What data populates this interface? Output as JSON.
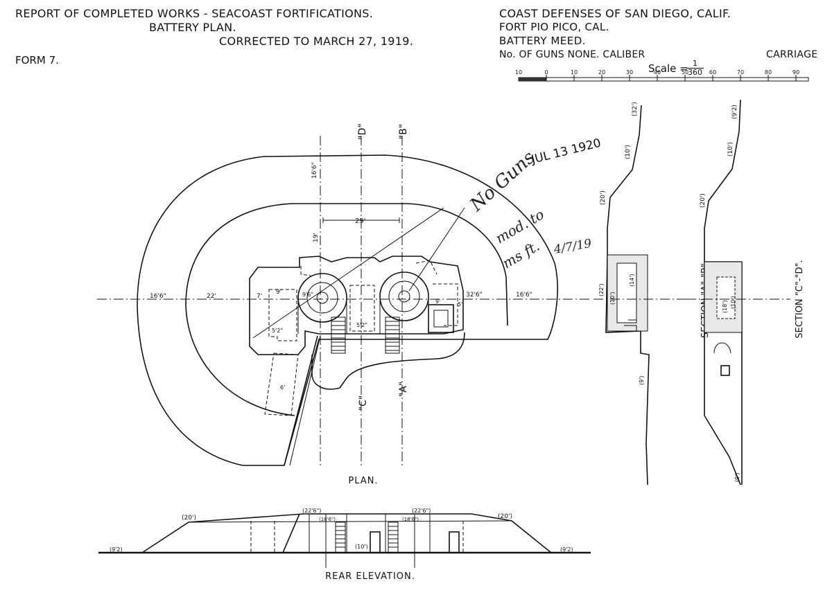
{
  "header": {
    "report_title": "REPORT OF COMPLETED WORKS - SEACOAST FORTIFICATIONS.",
    "plan_label": "BATTERY PLAN.",
    "corrected": "CORRECTED TO MARCH 27, 1919.",
    "form": "FORM 7.",
    "coast_defenses": "COAST DEFENSES OF SAN DIEGO, CALIF.",
    "fort": "FORT PIO PICO, CAL.",
    "battery": "BATTERY MEED.",
    "guns": "No. OF GUNS NONE. CALIBER",
    "carriage": "CARRIAGE",
    "scale_label": "Scale =",
    "scale_num": "1",
    "scale_den": "360"
  },
  "scale_ticks": [
    "10",
    "0",
    "10",
    "20",
    "30",
    "40",
    "50",
    "60",
    "70",
    "80",
    "90"
  ],
  "plan": {
    "caption": "PLAN.",
    "axis_labels": {
      "d_top": "\"D\"",
      "b_top": "\"B\"",
      "c_bottom": "\"C\"",
      "a_bottom": "\"A\""
    },
    "dims": {
      "top": "16'6\"",
      "width_29": "29'",
      "left_19": "19'",
      "left_outer": "16'6\"",
      "left_22": "22'",
      "left_7": "7'",
      "left_9": "9'",
      "gun_9_6": "9'6\"",
      "right_32_6": "32'6\"",
      "right_16_6": "16'6\"",
      "room_5_2a": "5'2\"",
      "room_5_2b": "5'2\"",
      "room_6": "6'",
      "room_9": "9'",
      "room_5": "5'"
    }
  },
  "section_ab": {
    "label": "SECTION \"A\"-\"B\".",
    "elevs": [
      "(32')",
      "(10')",
      "(20')",
      "(22')",
      "(10')",
      "(14')",
      "(9')"
    ]
  },
  "section_cd": {
    "label": "SECTION \"C\"-\"D\".",
    "elevs": [
      "(9'2)",
      "(10')",
      "(20')",
      "(18')",
      "(10')",
      "(9')"
    ]
  },
  "rear_elevation": {
    "caption": "REAR ELEVATION.",
    "elevs": [
      "(20')",
      "(22'6\")",
      "(22'6\")",
      "(20')",
      "(9'2)",
      "(9'2)",
      "(10')",
      "(18'6\")",
      "(18'6\")"
    ]
  },
  "annotations": {
    "stamp_date": "JUL 13 1920",
    "handwritten_1": "No Guns",
    "handwritten_2": "mod. to",
    "handwritten_3": "ms ft.",
    "handwritten_4": "4/7/19"
  }
}
